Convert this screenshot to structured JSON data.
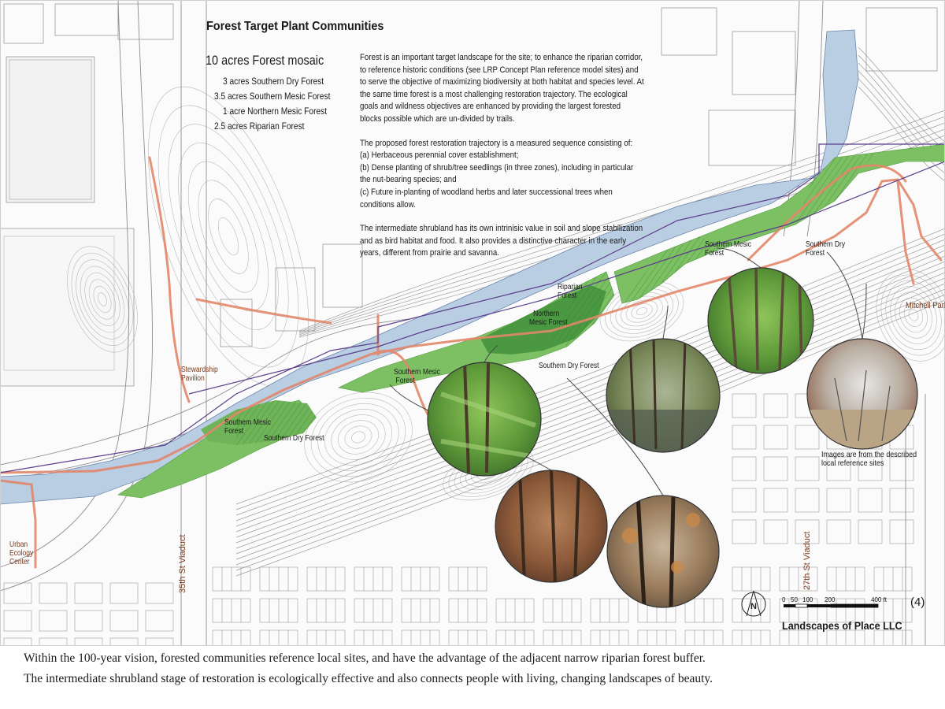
{
  "header": {
    "title": "Forest Target Plant Communities",
    "mosaic_heading": "10 acres Forest mosaic",
    "mosaic_items": [
      "3 acres Southern Dry Forest",
      "3.5 acres Southern Mesic Forest",
      "1 acre  Northern Mesic Forest",
      "2.5 acres Riparian Forest"
    ]
  },
  "description": {
    "para1": "Forest is an important target landscape for the site; to enhance the riparian corridor, to reference historic conditions (see LRP Concept Plan reference model sites) and to serve the objective of maximizing biodiversity at both habitat and species level.  At the same time forest is a most challenging restoration trajectory.  The ecological goals and wildness objectives are enhanced by providing the largest forested blocks possible which are un-divided by trails.",
    "para2_intro": "The proposed forest restoration trajectory is a measured sequence consisting of:",
    "para2_a": "(a) Herbaceous perennial cover establishment;",
    "para2_b": "(b) Dense planting of shrub/tree seedlings (in three zones), including in particular the nut-bearing species; and",
    "para2_c": "(c) Future in-planting of woodland herbs and later successional trees when conditions allow.",
    "para3": "The intermediate shrubland has its own intrinisic value in soil and slope stabilization and as bird habitat and food.  It also provides a distinctive character in the early years, different from prairie and savanna."
  },
  "map_labels": {
    "southern_mesic_1": [
      "Southern Mesic",
      "Forest"
    ],
    "southern_dry_1": "Southern Dry Forest",
    "southern_mesic_2": [
      "Southern Mesic",
      "Forest"
    ],
    "riparian": [
      "Riparian",
      "Forest"
    ],
    "northern_mesic": [
      "Northern",
      "Mesic Forest"
    ],
    "southern_dry_2": "Southern Dry Forest",
    "southern_mesic_3": [
      "Southern Mesic",
      "Forest"
    ],
    "southern_dry_3": [
      "Southern Dry",
      "Forest"
    ],
    "stewardship": [
      "Stewardship",
      "Pavilion"
    ],
    "urban_ecology": [
      "Urban",
      "Ecology",
      "Center"
    ],
    "mitchell_park": "Mitchell Park",
    "viaduct_35": "35th St Viaduct",
    "viaduct_27": "27th St Viaduct",
    "images_note": [
      "Images are from the described",
      "local reference sites"
    ]
  },
  "scale_bar": {
    "ticks": [
      "0",
      "50",
      "100",
      "200",
      "400 ft"
    ]
  },
  "north_arrow_letter": "N",
  "page_number": "(4)",
  "company": "Landscapes of Place LLC",
  "caption": {
    "line1": "Within the 100-year vision, forested communities reference local sites, and have the advantage of the adjacent narrow riparian forest buffer.",
    "line2": "The intermediate shrubland stage of restoration is ecologically effective and also connects people with living, changing landscapes of beauty."
  },
  "colors": {
    "river": "#b9cde3",
    "forest": "#7cc063",
    "forest_dark": "#3f8d3a",
    "trail": "#e2876a",
    "brown_text": "#7a3b1c",
    "boundary": "#5a3f8a"
  }
}
